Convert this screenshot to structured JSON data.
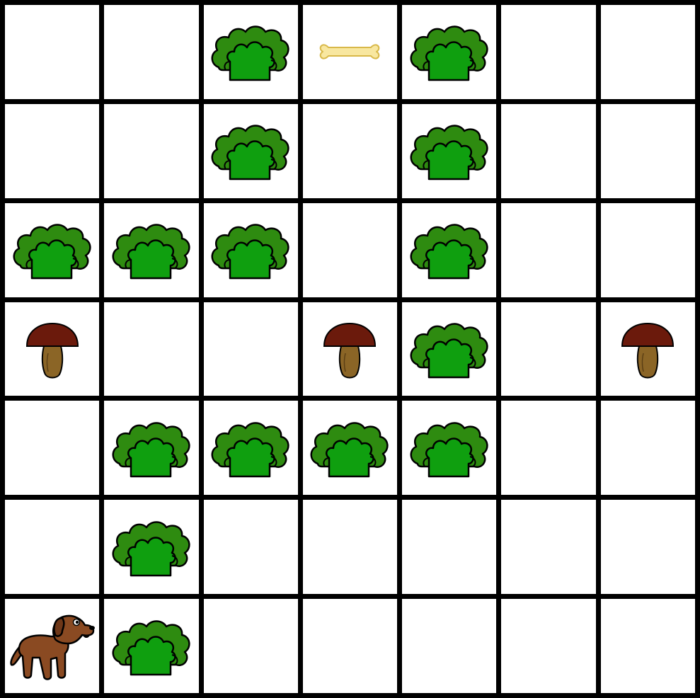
{
  "game": {
    "rows": 7,
    "cols": 7,
    "grid": [
      [
        "empty",
        "empty",
        "bush",
        "bone",
        "bush",
        "empty",
        "empty"
      ],
      [
        "empty",
        "empty",
        "bush",
        "empty",
        "bush",
        "empty",
        "empty"
      ],
      [
        "bush",
        "bush",
        "bush",
        "empty",
        "bush",
        "empty",
        "empty"
      ],
      [
        "mushroom",
        "empty",
        "empty",
        "mushroom",
        "bush",
        "empty",
        "mushroom"
      ],
      [
        "empty",
        "bush",
        "bush",
        "bush",
        "bush",
        "empty",
        "empty"
      ],
      [
        "empty",
        "bush",
        "empty",
        "empty",
        "empty",
        "empty",
        "empty"
      ],
      [
        "dog",
        "bush",
        "empty",
        "empty",
        "empty",
        "empty",
        "empty"
      ]
    ],
    "icons": {
      "bush": "bush-icon",
      "bone": "bone-icon",
      "mushroom": "mushroom-icon",
      "dog": "dog-icon"
    },
    "colors": {
      "grid_line": "#000000",
      "cell_bg": "#ffffff",
      "bush_back": "#2e8b10",
      "bush_front": "#0f9f0f",
      "bone": "#f8e7a0",
      "mushroom_cap": "#6b1a0c",
      "mushroom_stem": "#8b6526",
      "dog": "#8a4a22"
    }
  }
}
